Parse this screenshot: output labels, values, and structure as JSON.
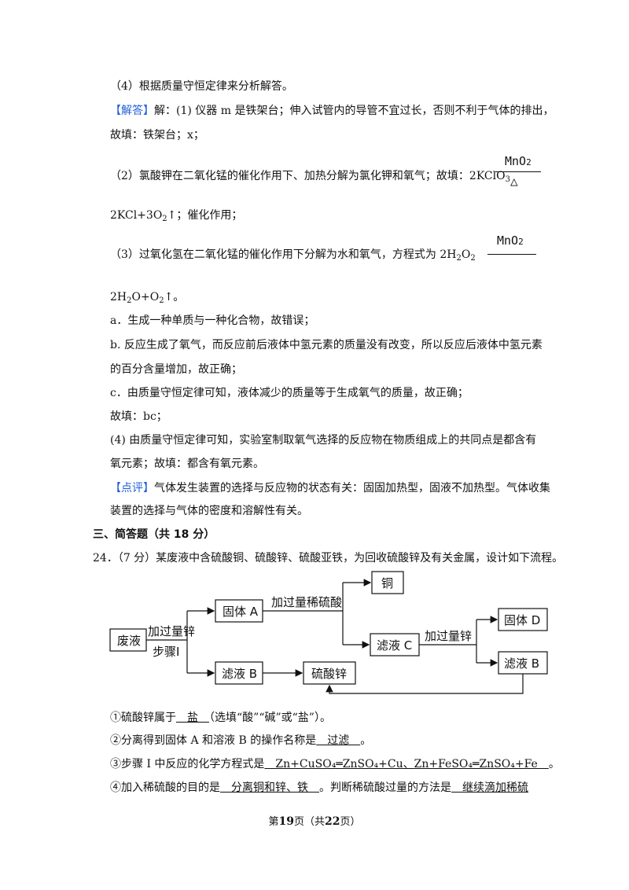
{
  "lines": {
    "l1": "（4）根据质量守恒定律来分析解答。",
    "jieda_tag": "【解答】",
    "l2_rest": "解：(1) 仪器 m 是铁架台；伸入试管内的导管不宜过长，否则不利于气体的排出，",
    "l3": "故填：铁架台；x；",
    "l4_text": "（2）氯酸钾在二氧化锰的催化作用下、加热分解为氯化钾和氧气；故填：2KClO",
    "l4_sub": "3",
    "cat1_top": "MnO",
    "cat1_top_sub": "2",
    "cat1_bottom": "△",
    "l5_a": "2KCl+3O",
    "l5_sub": "2",
    "l5_b": "↑；催化作用；",
    "l6_text": "（3）过氧化氢在二氧化锰的催化作用下分解为水和氧气，方程式为 2H",
    "l6_sub1": "2",
    "l6_mid": "O",
    "l6_sub2": "2",
    "cat2_top": "MnO",
    "cat2_top_sub": "2",
    "l7_a": "2H",
    "l7_sub1": "2",
    "l7_b": "O+O",
    "l7_sub2": "2",
    "l7_c": "↑。",
    "l8": "a．生成一种单质与一种化合物，故错误；",
    "l9": "b. 反应生成了氧气，而反应前后液体中氢元素的质量没有改变，所以反应后液体中氢元素",
    "l10": "的百分含量增加，故正确；",
    "l11": "c．由质量守恒定律可知，液体减少的质量等于生成氧气的质量，故正确；",
    "l12": "故填：bc；",
    "l13": "(4) 由质量守恒定律可知，实验室制取氧气选择的反应物在物质组成上的共同点是都含有",
    "l14": "氧元素；故填：都含有氧元素。",
    "dianping_tag": "【点评】",
    "l15_rest": "气体发生装置的选择与反应物的状态有关：固固加热型，固液不加热型。气体收集",
    "l16": "装置的选择与气体的密度和溶解性有关。",
    "section": "三、简答题（共 18 分）",
    "q24": "24．（7 分）某废液中含硫酸铜、硫酸锌、硫酸亚铁，为回收硫酸锌及有关金属，设计如下流程。"
  },
  "flow": {
    "waste": "废液",
    "add_zn": "加过量锌",
    "step1": "步骤Ⅰ",
    "solidA": "固体 A",
    "add_h2so4": "加过量稀硫酸",
    "copper": "铜",
    "filtC": "滤液 C",
    "add_zn2": "加过量锌",
    "solidD": "固体 D",
    "filtB2": "滤液 B",
    "filtB": "滤液 B",
    "znso4": "硫酸锌"
  },
  "answers": {
    "a1_pre": "①硫酸锌属于",
    "a1_ans": "　盐　",
    "a1_post": "（选填“酸”“碱”或“盐”）。",
    "a2_pre": "②分离得到固体 A 和溶液 B 的操作名称是",
    "a2_ans": "　过滤　",
    "a2_post": "。",
    "a3_pre": "③步骤 I 中反应的化学方程式是",
    "a3_ans": "　Zn+CuSO₄═ZnSO₄+Cu、Zn+FeSO₄═ZnSO₄+Fe　",
    "a3_post": "。",
    "a4_pre": "④加入稀硫酸的目的是",
    "a4_ans": "　分离铜和锌、铁　",
    "a4_mid": "。判断稀硫酸过量的方法是",
    "a4_ans2": "　继续滴加稀硫"
  },
  "footer": {
    "pre": "第",
    "page": "19",
    "mid": "页（共",
    "total": "22",
    "post": "页）"
  }
}
